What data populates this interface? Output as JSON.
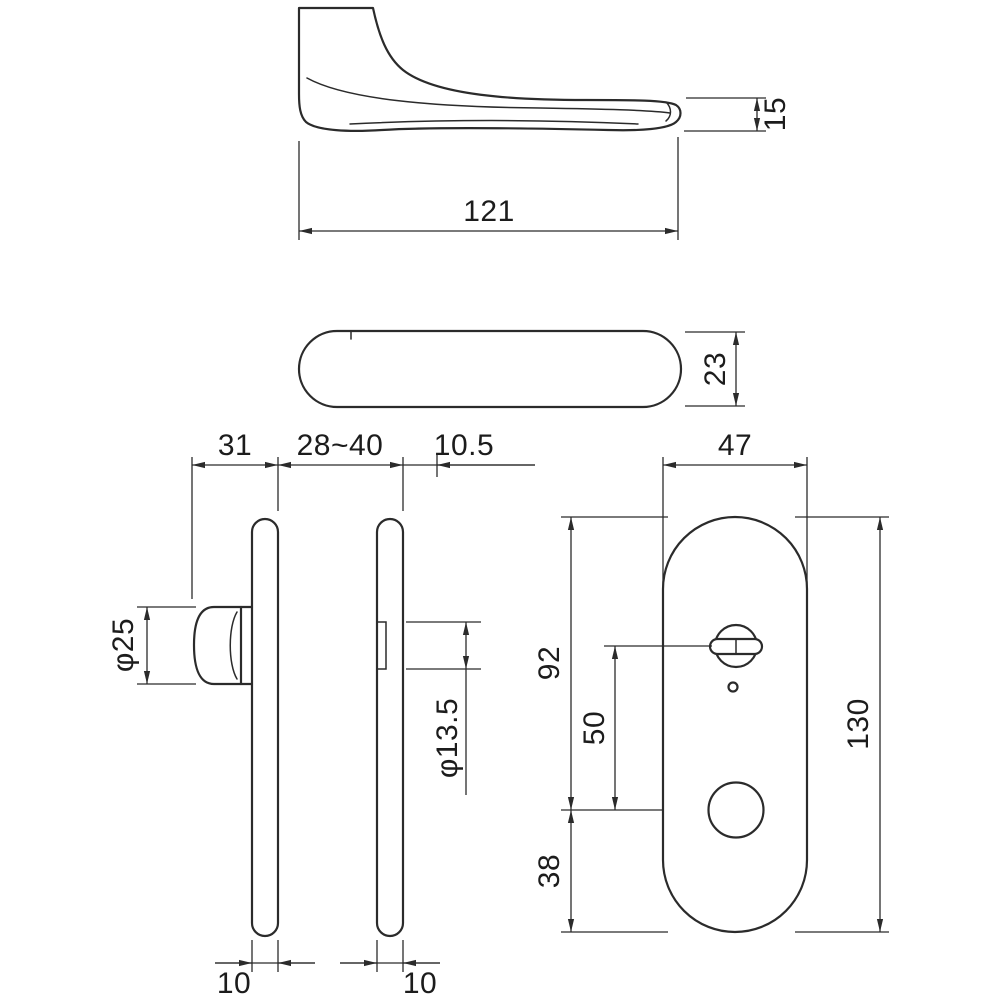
{
  "labels": {
    "lever_length": "121",
    "lever_end_height": "15",
    "lever_bar_width": "23",
    "handle_projection": "31",
    "door_thickness_range": "28~40",
    "backset_projection": "10.5",
    "neck_diameter": "φ25",
    "spindle_hole_diameter": "φ13.5",
    "front_plate_thickness": "10",
    "back_plate_thickness": "10",
    "plate_width": "47",
    "plate_top_to_handle_center": "92",
    "thumbturn_to_handle_center": "50",
    "handle_center_to_plate_bottom": "38",
    "plate_height": "130"
  }
}
